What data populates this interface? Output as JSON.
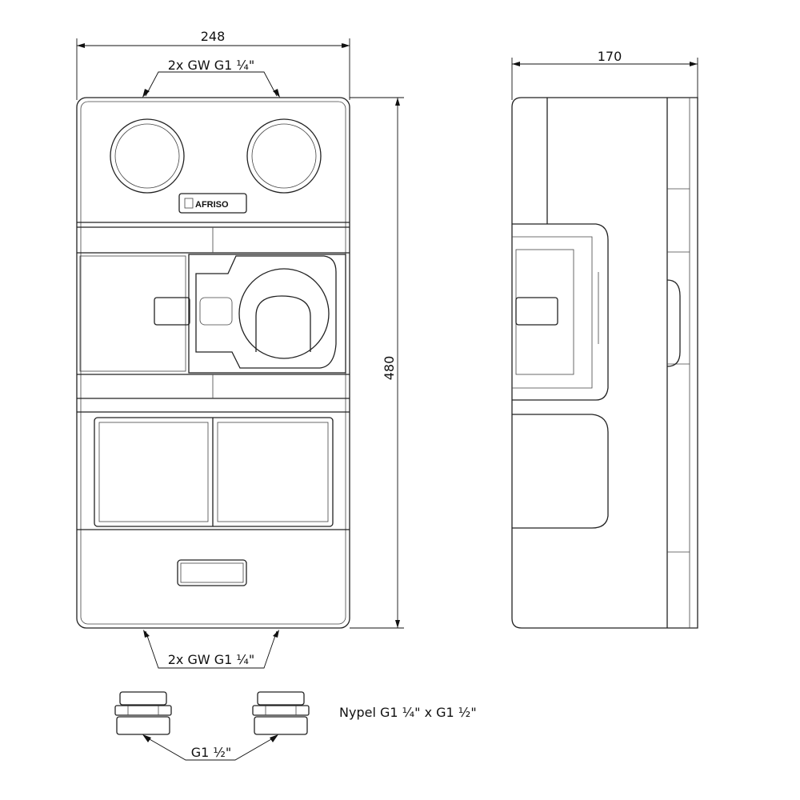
{
  "dimensions": {
    "width": "248",
    "depth": "170",
    "height": "480"
  },
  "labels": {
    "top_connections": "2x GW G1 ¼\"",
    "bottom_connections": "2x GW G1 ¼\"",
    "nipple_thread": "G1 ½\"",
    "nipple_description": "Nypel G1 ¼\" x G1 ½\""
  },
  "logo": {
    "text": "AFRISO"
  }
}
